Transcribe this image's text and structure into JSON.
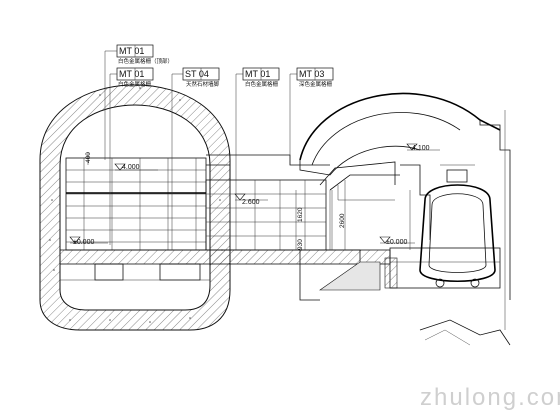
{
  "callouts": [
    {
      "code": "MT  01",
      "note": "白色金属格栅（顶部）"
    },
    {
      "code": "MT  01",
      "note": "白色金属格栅"
    },
    {
      "code": "ST  04",
      "note": "天然石材墙脚"
    },
    {
      "code": "MT  01",
      "note": "白色金属格栅"
    },
    {
      "code": "MT  03",
      "note": "深色金属格栅"
    }
  ],
  "elevations": {
    "left_floor": "±0.000",
    "right_floor": "±0.000",
    "upper_level": "4.000",
    "mid_level": "2.600",
    "right_upper": "4.100"
  },
  "vertical_dims": [
    "400",
    "1620",
    "2600",
    "930"
  ],
  "watermark": "zhulong.com",
  "colors": {
    "line": "#111111",
    "hatch": "#555555",
    "background": "#ffffff"
  }
}
